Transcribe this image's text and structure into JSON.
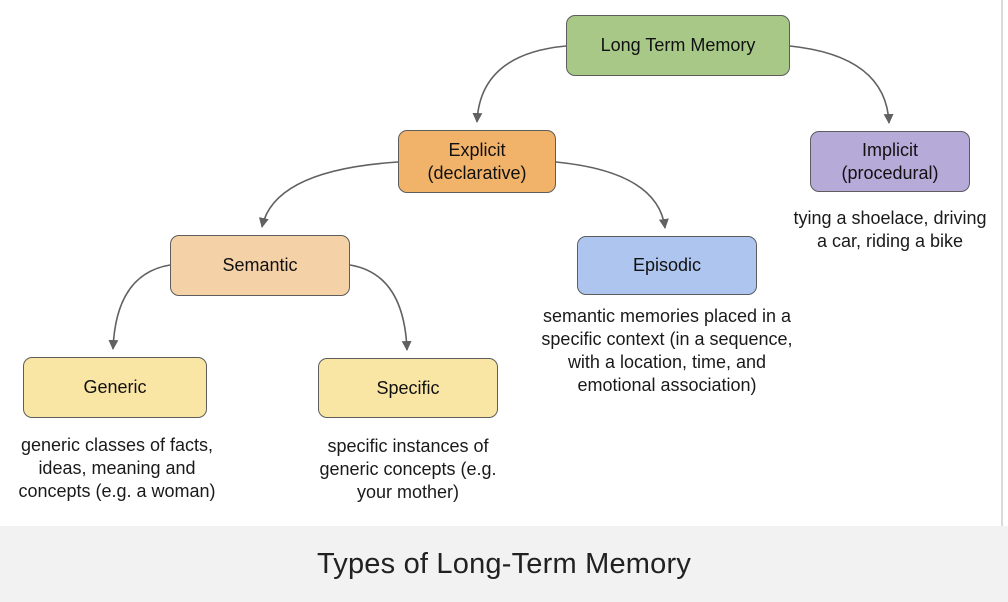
{
  "page": {
    "caption": "Types of Long-Term Memory",
    "background_color": "#ffffff",
    "caption_band_color": "#f2f2f2"
  },
  "diagram": {
    "arrow_color": "#616161",
    "node_border_color": "#5d5d5d",
    "nodes": {
      "ltm": {
        "label": "Long Term Memory",
        "fill": "#a7c886"
      },
      "explicit": {
        "label": "Explicit\n(declarative)",
        "fill": "#f1b269"
      },
      "implicit": {
        "label": "Implicit\n(procedural)",
        "fill": "#b5aad8"
      },
      "semantic": {
        "label": "Semantic",
        "fill": "#f4d1a7"
      },
      "episodic": {
        "label": "Episodic",
        "fill": "#aec6ef"
      },
      "generic": {
        "label": "Generic",
        "fill": "#f9e6a5"
      },
      "specific": {
        "label": "Specific",
        "fill": "#f9e6a5"
      }
    },
    "descriptions": {
      "implicit": "tying a shoelace, driving\na car, riding a bike",
      "episodic": "semantic memories placed in a\nspecific context (in a sequence,\nwith a location, time, and\nemotional association)",
      "generic": "generic classes of facts,\nideas, meaning and\nconcepts (e.g. a woman)",
      "specific": "specific instances of\ngeneric concepts (e.g.\nyour mother)"
    },
    "edges": [
      {
        "from": "ltm",
        "to": "explicit"
      },
      {
        "from": "ltm",
        "to": "implicit"
      },
      {
        "from": "explicit",
        "to": "semantic"
      },
      {
        "from": "explicit",
        "to": "episodic"
      },
      {
        "from": "semantic",
        "to": "generic"
      },
      {
        "from": "semantic",
        "to": "specific"
      }
    ]
  }
}
